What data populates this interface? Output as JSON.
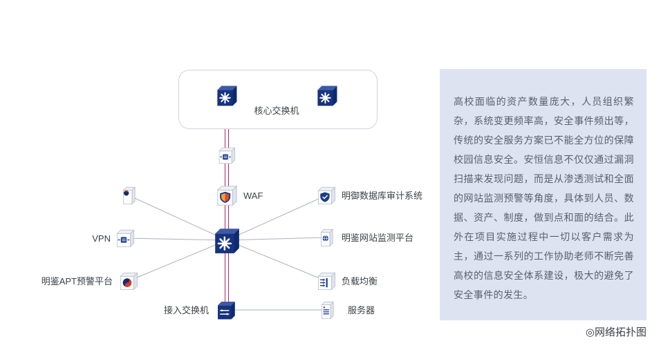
{
  "caption": "◎网络拓扑图",
  "panel": {
    "description": "高校面临的资产数量庞大，人员组织繁杂，系统变更频率高，安全事件频出等，传统的安全服务方案已不能全方位的保障校园信息安全。安恒信息不仅仅通过漏洞扫描来发现问题，而是从渗透测试和全面的网站监测预警等角度，具体到人员、数据、资产、制度，做到点和面的结合。此外在项目实施过程中一切以客户需求为主，通过一系列的工作协助老师不断完善高校的信息安全体系建设，极大的避免了安全事件的发生。"
  },
  "topology": {
    "labels": {
      "core_switch": "核心交换机",
      "waf": "WAF",
      "vpn": "VPN",
      "apt": "明鉴APT预警平台",
      "access_switch": "接入交换机",
      "db_audit": "明御数据库审计系统",
      "web_monitor": "明鉴网站监测平台",
      "load_balance": "负载均衡",
      "server": "服务器"
    }
  },
  "colors": {
    "panel_bg": "#dde3f1",
    "panel_text": "#59616e",
    "trunk_link": "#b5235a",
    "branch_link": "#abb0b9",
    "cube_navy": "#16337e",
    "glyph_blue": "#1b3c8f"
  }
}
